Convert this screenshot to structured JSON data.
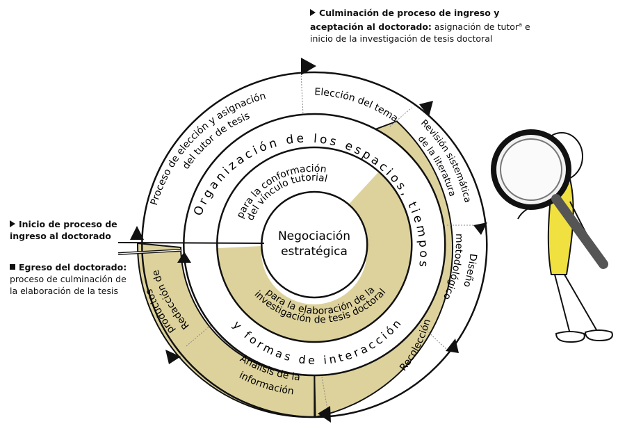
{
  "center": {
    "line1": "Negociación",
    "line2": "estratégica"
  },
  "inner_ring": {
    "upper_line1": "para la conformación",
    "upper_line2": "del vínculo tutorial",
    "lower_line1": "para la elaboración de la",
    "lower_line2": "investigación de tesis doctoral"
  },
  "middle_ring": {
    "upper": "Organización de los espacios, tiempos",
    "lower": "y formas de interacción"
  },
  "outer_ring": {
    "segments": [
      {
        "line1": "Proceso de elección y asignación",
        "line2": "del tutor de tesis"
      },
      {
        "line1": "Elección del tema",
        "line2": ""
      },
      {
        "line1": "Revisión sistemática",
        "line2": "de la literatura"
      },
      {
        "line1": "Diseño",
        "line2": "metodológico"
      },
      {
        "line1": "Recolección",
        "line2": ""
      },
      {
        "line1": "Análisis de la",
        "line2": "información"
      },
      {
        "line1": "Redacción de",
        "line2": "productos"
      }
    ]
  },
  "notes": {
    "top": {
      "bold": "Culminación de proceso de ingreso y aceptación al doctorado:",
      "text": "asignación de tutor",
      "sup": "a",
      "text2": "e inicio de la investigación de tesis doctoral"
    },
    "start": {
      "bold": "Inicio de proceso de ingreso al doctorado"
    },
    "end": {
      "bold": "Egreso del doctorado:",
      "text": "proceso de culminación de la elaboración de la tesis"
    }
  },
  "colors": {
    "gold": "#ddd29c",
    "ink": "#111111",
    "accent": "#f0e040"
  },
  "icons": [
    "play-arrow-icon",
    "square-bullet-icon",
    "magnifier-figure-icon"
  ]
}
